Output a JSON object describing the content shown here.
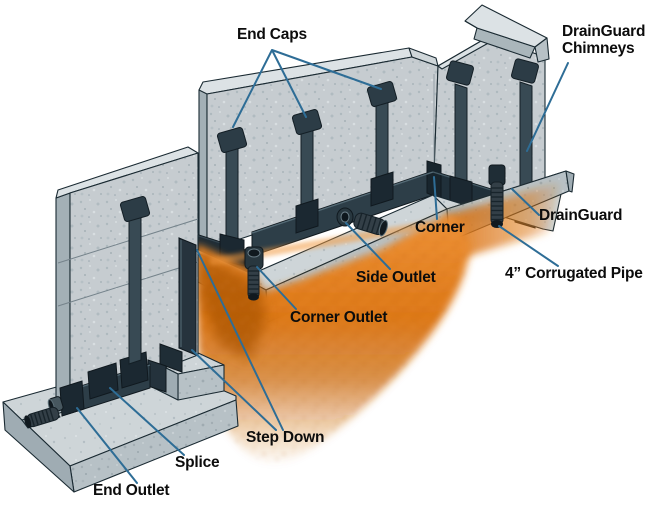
{
  "labels": {
    "end_caps": "End Caps",
    "drainguard_chimneys_line1": "DrainGuard",
    "drainguard_chimneys_line2": "Chimneys",
    "corner": "Corner",
    "drainguard": "DrainGuard",
    "corrugated_pipe": "4” Corrugated Pipe",
    "side_outlet": "Side Outlet",
    "corner_outlet": "Corner Outlet",
    "step_down": "Step Down",
    "splice": "Splice",
    "end_outlet": "End Outlet"
  },
  "colors": {
    "background": "#ffffff",
    "label_text": "#0c0c0c",
    "leader_line": "#2e6d96",
    "concrete_face": "#c6ccd0",
    "concrete_top": "#dce2e5",
    "concrete_shadow": "#a3b0b6",
    "drainguard_channel": "#2d3e48",
    "chimney_strip": "#384a54",
    "soil_orange": "#d9741a",
    "pipe": "#333f47"
  }
}
